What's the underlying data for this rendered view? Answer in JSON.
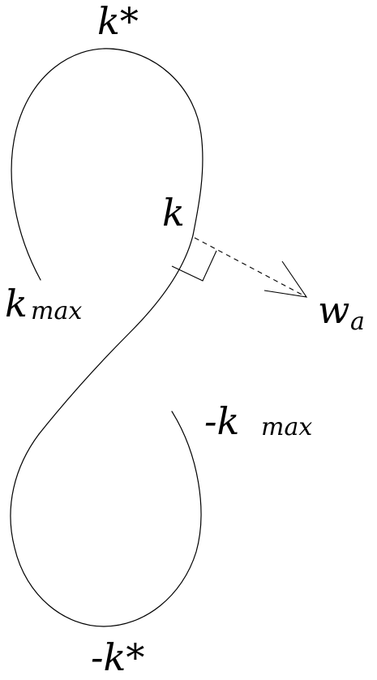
{
  "labels": {
    "top": "k*",
    "bottom": "-k*",
    "k": "k",
    "kmax_base": "k",
    "kmax_sub": "max",
    "neg_kmax_base": "-k",
    "neg_kmax_sub": "max",
    "w_base": "w",
    "w_sub": "a"
  },
  "colors": {
    "stroke": "#000000",
    "background": "#ffffff"
  }
}
